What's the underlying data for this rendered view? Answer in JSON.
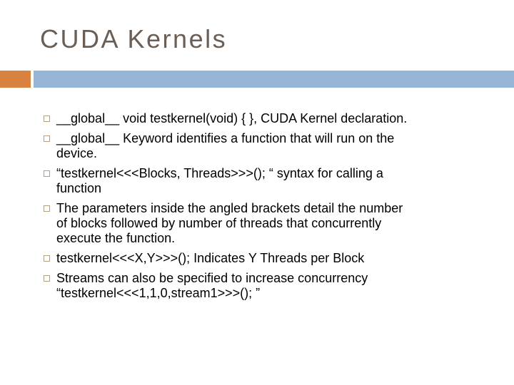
{
  "slide": {
    "title": "CUDA Kernels",
    "bullets": [
      {
        "lines": [
          "__global__ void testkernel(void) { }, CUDA Kernel declaration."
        ]
      },
      {
        "lines": [
          "__global__ Keyword identifies a function that will run on the",
          "device."
        ]
      },
      {
        "lines": [
          "“testkernel<<<Blocks, Threads>>>(); “ syntax for calling a",
          "function"
        ]
      },
      {
        "lines": [
          "The parameters inside the angled brackets detail the number",
          "of blocks followed by number of threads that concurrently",
          "execute the function."
        ]
      },
      {
        "lines": [
          "testkernel<<<X,Y>>>(); Indicates Y Threads per Block"
        ]
      },
      {
        "lines": [
          "Streams can also be specified to increase concurrency",
          "“testkernel<<<1,1,0,stream1>>>(); ”"
        ]
      }
    ],
    "bullet_icon": "hollow-square-bullet",
    "colors": {
      "title_text": "#6B5E54",
      "body_text": "#000000",
      "accent_orange": "#D9813E",
      "accent_blue": "#94B5D3",
      "bullet_outline": "#BA9E7C",
      "background": "#FFFFFF"
    }
  }
}
